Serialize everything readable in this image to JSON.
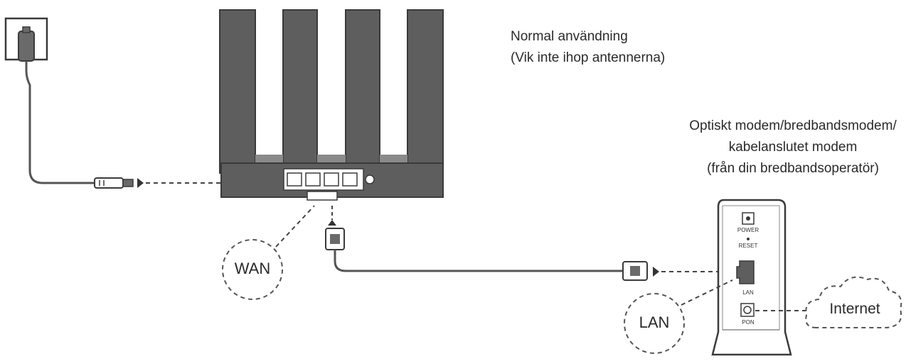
{
  "usage": {
    "line1": "Normal användning",
    "line2": "(Vik inte ihop antennerna)"
  },
  "modem_caption": {
    "line1": "Optiskt modem/bredbandsmodem/",
    "line2": "kabelanslutet modem",
    "line3": "(från din bredbandsoperatör)"
  },
  "callouts": {
    "wan": "WAN",
    "lan": "LAN",
    "internet": "Internet"
  },
  "modem_labels": {
    "power": "POWER",
    "reset": "RESET",
    "lan": "LAN",
    "pon": "PON"
  },
  "colors": {
    "line": "#555555",
    "fill_dark": "#555555",
    "fill_light": "#ffffff",
    "outline": "#3a3a3a"
  }
}
